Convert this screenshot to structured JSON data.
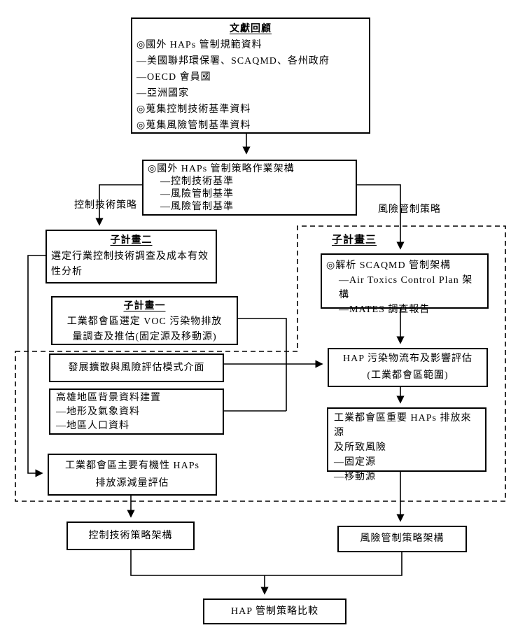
{
  "page": {
    "background": "#ffffff",
    "line_color": "#000000"
  },
  "boxes": {
    "lit_review": {
      "title": "文獻回顧",
      "lines": [
        "◎國外 HAPs 管制規範資料",
        "—美國聯邦環保署、SCAQMD、各州政府",
        "—OECD 會員國",
        "—亞洲國家",
        "◎蒐集控制技術基準資料",
        "◎蒐集風險管制基準資料"
      ]
    },
    "framework": {
      "line1": "◎國外 HAPs 管制策略作業架構",
      "sub": [
        "—控制技術基準",
        "—風險管制基準",
        "—風險管制基準"
      ]
    },
    "sub2": {
      "title": "子計畫二",
      "body": "選定行業控制技術調查及成本有效性分析"
    },
    "sub1": {
      "title": "子計畫一",
      "body_line1": "工業都會區選定 VOC 污染物排放",
      "body_line2": "量調查及推估(固定源及移動源)"
    },
    "model_interface": {
      "body": "發展擴散與風險評估模式介面"
    },
    "kaohsiung": {
      "lines": [
        "高雄地區背景資料建置",
        "—地形及氣象資料",
        "—地區人口資料"
      ]
    },
    "reduction": {
      "line1": "工業都會區主要有機性 HAPs",
      "line2": "排放源減量評估"
    },
    "scaqmd": {
      "line1": "◎解析 SCAQMD 管制架構",
      "sub": [
        "—Air Toxics Control Plan 架構",
        "—MATES 調查報告"
      ]
    },
    "hap_flow": {
      "line1": "HAP 污染物流布及影響評估",
      "line2": "(工業都會區範圍)"
    },
    "hap_sources": {
      "lines": [
        "工業都會區重要 HAPs 排放來源",
        "及所致風險",
        "—固定源",
        "—移動源"
      ]
    },
    "control_framework": {
      "body": "控制技術策略架構"
    },
    "risk_framework": {
      "body": "風險管制策略架構"
    },
    "hap_compare": {
      "body": "HAP 管制策略比較"
    }
  },
  "labels": {
    "control_strategy": "控制技術策略",
    "risk_strategy": "風險管制策略",
    "sub3": "子計畫三"
  }
}
